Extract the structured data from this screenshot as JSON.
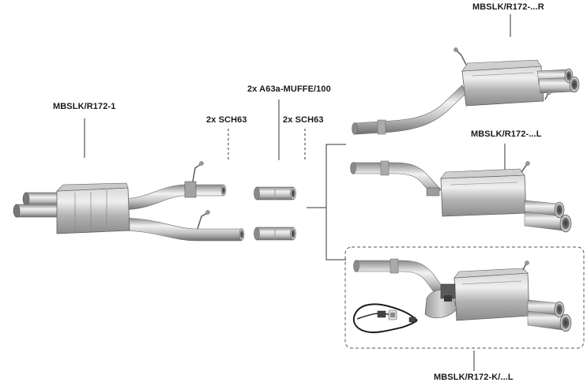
{
  "labels": {
    "main_part": "MBSLK/R172-1",
    "sleeve_left": "2x SCH63",
    "muffe": "2x A63a-MUFFE/100",
    "sleeve_right": "2x SCH63",
    "rear_right": "MBSLK/R172-...R",
    "rear_left": "MBSLK/R172-...L",
    "rear_flap": "MBSLK/R172-K/...L"
  },
  "colors": {
    "steel_light": "#e6e6e6",
    "steel_mid": "#b9b9b9",
    "steel_dark": "#7a7a7a",
    "line": "#333333",
    "cable": "#1c1c1c"
  }
}
